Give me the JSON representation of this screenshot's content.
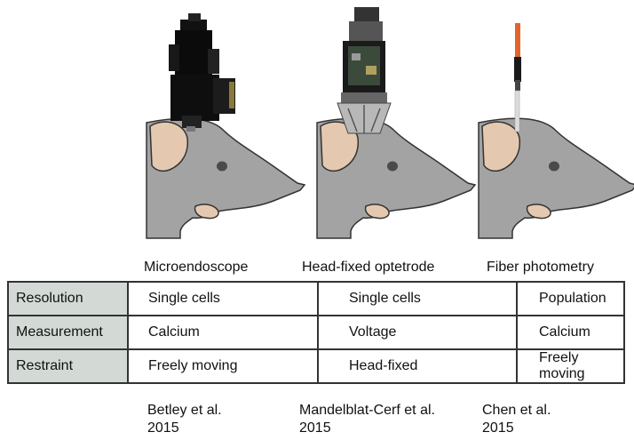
{
  "columns": [
    {
      "title": "Microendoscope",
      "reference_line1": "Betley et al.",
      "reference_line2": "2015"
    },
    {
      "title": "Head-fixed optetrode",
      "reference_line1": "Mandelblat-Cerf et al.",
      "reference_line2": "2015"
    },
    {
      "title": "Fiber photometry",
      "reference_line1": "Chen et al.",
      "reference_line2": "2015"
    }
  ],
  "rows": [
    {
      "label": "Resolution",
      "values": [
        "Single cells",
        "Single cells",
        "Population"
      ]
    },
    {
      "label": "Measurement",
      "values": [
        "Calcium",
        "Voltage",
        "Calcium"
      ]
    },
    {
      "label": "Restraint",
      "values": [
        "Freely moving",
        "Head-fixed",
        "Freely moving"
      ]
    }
  ],
  "colors": {
    "mouse_body": "#a3a3a3",
    "mouse_ear": "#e4c9b0",
    "outline": "#333333",
    "row_header_bg": "#d3dad6",
    "fiber_orange": "#e0662b"
  }
}
